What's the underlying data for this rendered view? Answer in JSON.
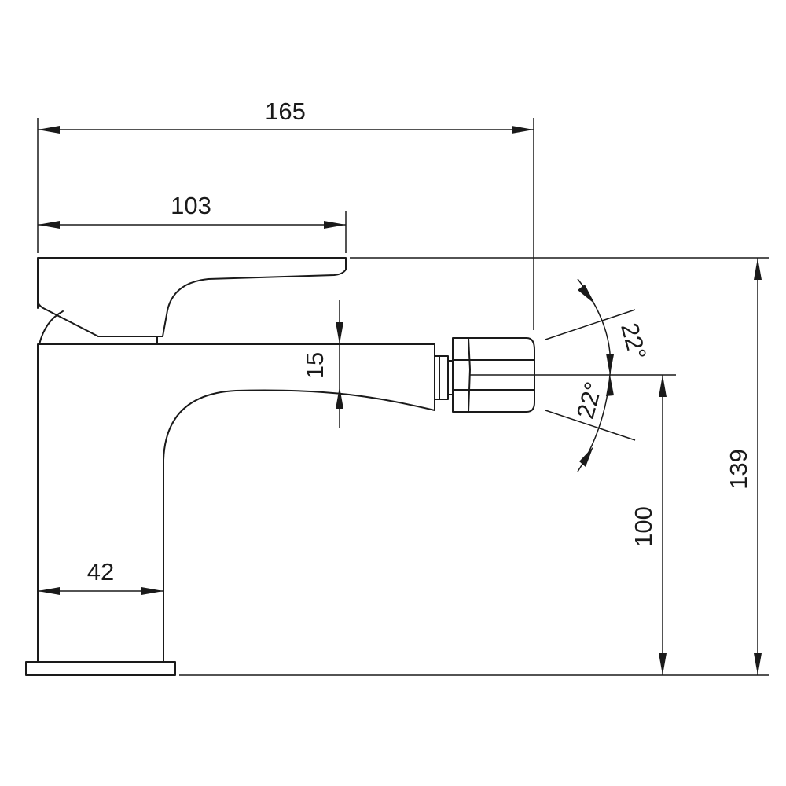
{
  "dimensions": {
    "overall_length": "165",
    "lever_length": "103",
    "spout_height": "15",
    "base_width": "42",
    "outlet_height": "100",
    "total_height": "139",
    "swivel_angle_up": "22°",
    "swivel_angle_down": "22°"
  }
}
